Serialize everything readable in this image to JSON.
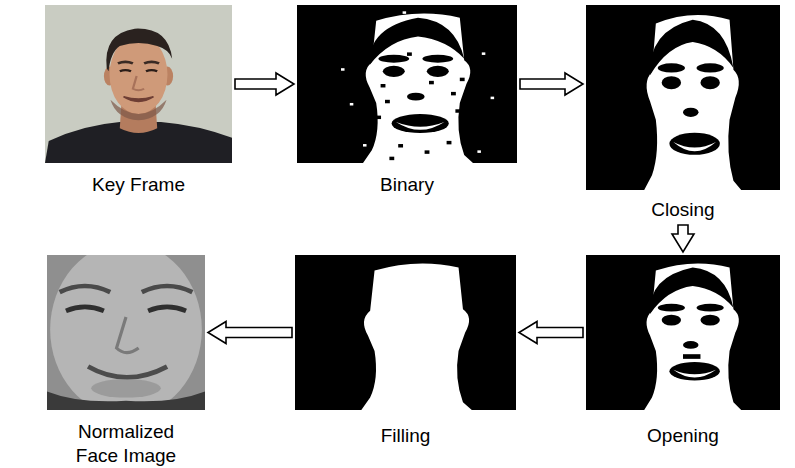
{
  "diagram": {
    "nodes": [
      {
        "text": [
          "Key Frame"
        ]
      },
      {
        "text": [
          "Binary"
        ]
      },
      {
        "text": [
          "Closing"
        ]
      },
      {
        "text": [
          "Normalized Face Image"
        ]
      },
      {
        "text": [
          "Filling"
        ]
      },
      {
        "text": [
          "Opening"
        ]
      }
    ],
    "edges": [
      {
        "from": 0,
        "to": 1,
        "arrow": "to"
      },
      {
        "from": 1,
        "to": 2,
        "arrow": "to"
      },
      {
        "from": 2,
        "to": 5,
        "arrow": "to"
      },
      {
        "from": 5,
        "to": 4,
        "arrow": "to"
      },
      {
        "from": 4,
        "to": 3,
        "arrow": "to"
      }
    ]
  }
}
